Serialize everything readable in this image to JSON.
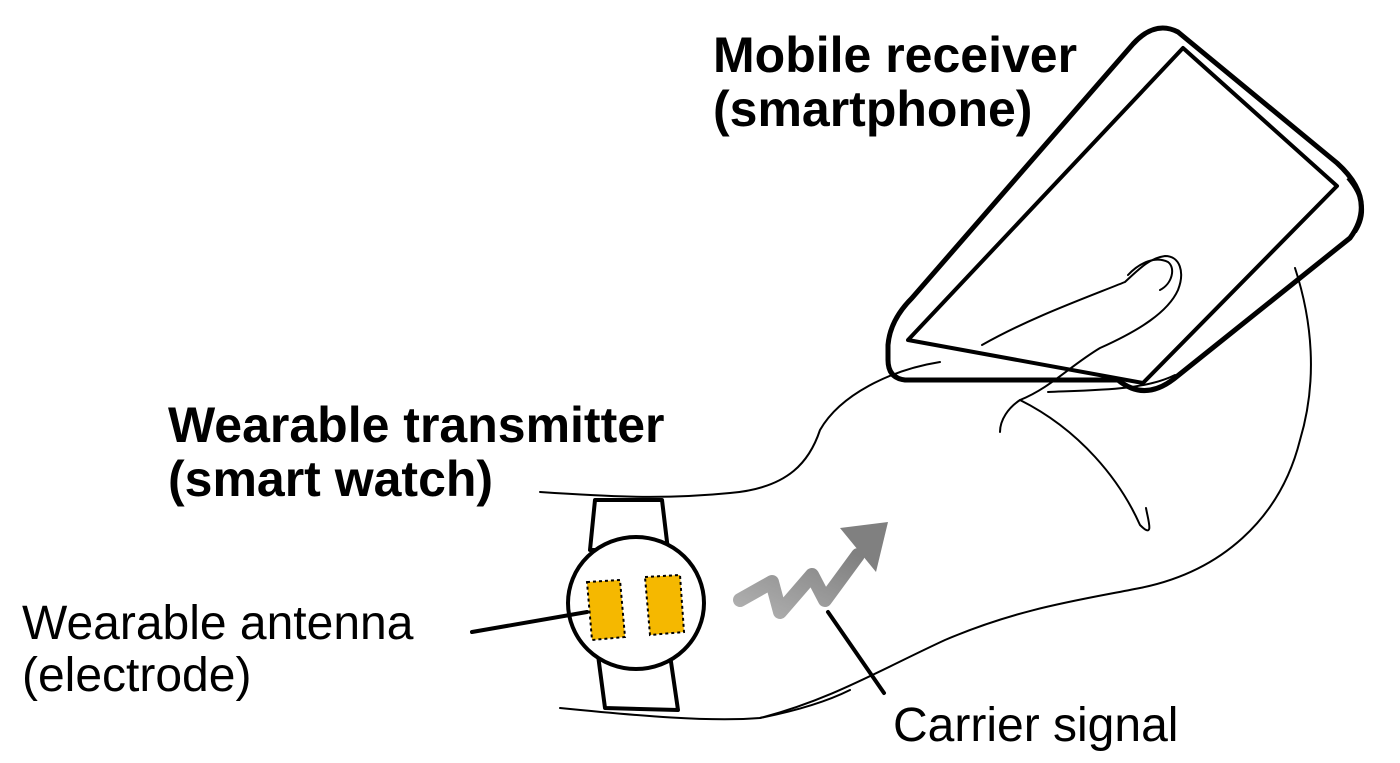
{
  "labels": {
    "receiver": {
      "line1": "Mobile receiver",
      "line2": "(smartphone)"
    },
    "transmitter": {
      "line1": "Wearable transmitter",
      "line2": "(smart watch)"
    },
    "antenna": {
      "line1": "Wearable antenna",
      "line2": "(electrode)"
    },
    "carrier": {
      "line1": "Carrier signal"
    }
  },
  "colors": {
    "outline": "#000000",
    "antenna_fill": "#f5b800",
    "signal_arrow": "#8c8c8c",
    "background": "#ffffff"
  },
  "icons": {
    "phone": "smartphone-icon",
    "watch": "smart-watch-icon",
    "signal": "wavy-arrow-icon"
  }
}
